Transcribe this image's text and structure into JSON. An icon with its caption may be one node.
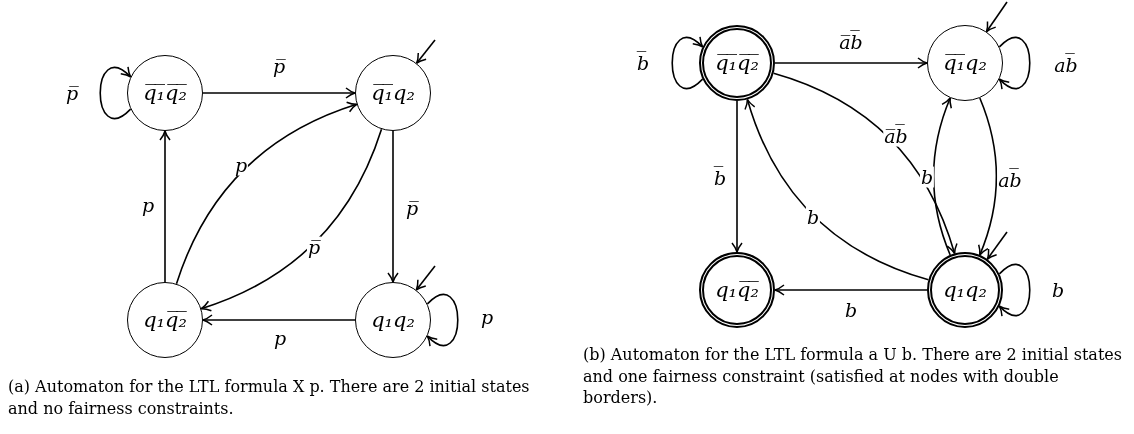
{
  "diagram": {
    "nodes": [
      {
        "text": [
          "q̅₁̅q̅₂̅"
        ]
      },
      {
        "text": [
          "q̅₁̅q₂"
        ]
      },
      {
        "text": [
          "q₁q̅₂̅"
        ]
      },
      {
        "text": [
          "q₁q₂"
        ]
      },
      {
        "text": [
          "q̅₁̅q̅₂̅"
        ]
      },
      {
        "text": [
          "q̅₁̅q₂"
        ]
      },
      {
        "text": [
          "q₁q̅₂̅"
        ]
      },
      {
        "text": [
          "q₁q₂"
        ]
      }
    ],
    "edges": [
      {
        "from": 0,
        "to": 0,
        "arrow": "to",
        "label": "p̅"
      },
      {
        "from": 0,
        "to": 1,
        "arrow": "to",
        "label": "p̅"
      },
      {
        "from": null,
        "to": 1,
        "arrow": "to"
      },
      {
        "from": 1,
        "to": 3,
        "arrow": "to",
        "label": "p̅"
      },
      {
        "from": 2,
        "to": 0,
        "arrow": "to",
        "label": "p"
      },
      {
        "from": 2,
        "to": 1,
        "arrow": "to",
        "label": "p"
      },
      {
        "from": 1,
        "to": 2,
        "arrow": "to",
        "label": "p̅"
      },
      {
        "from": null,
        "to": 3,
        "arrow": "to"
      },
      {
        "from": 3,
        "to": 3,
        "arrow": "to",
        "label": "p"
      },
      {
        "from": 3,
        "to": 2,
        "arrow": "to",
        "label": "p"
      },
      {
        "from": 4,
        "to": 4,
        "arrow": "to",
        "label": "b̅"
      },
      {
        "from": 4,
        "to": 5,
        "arrow": "to",
        "label": "a̅b̅"
      },
      {
        "from": null,
        "to": 5,
        "arrow": "to"
      },
      {
        "from": 5,
        "to": 5,
        "arrow": "to",
        "label": "ab̅"
      },
      {
        "from": 4,
        "to": 6,
        "arrow": "to",
        "label": "b̅"
      },
      {
        "from": 4,
        "to": 7,
        "arrow": "to",
        "label": "a̅b̅"
      },
      {
        "from": 7,
        "to": 4,
        "arrow": "to",
        "label": "b"
      },
      {
        "from": 7,
        "to": 5,
        "arrow": "to",
        "label": "b"
      },
      {
        "from": 5,
        "to": 7,
        "arrow": "to",
        "label": "ab̅"
      },
      {
        "from": null,
        "to": 7,
        "arrow": "to"
      },
      {
        "from": 7,
        "to": 7,
        "arrow": "to",
        "label": "b"
      },
      {
        "from": 7,
        "to": 6,
        "arrow": "to",
        "label": "b"
      }
    ],
    "labels": [
      "(a) Automaton for the LTL formula X p. There are 2 initial states and no fairness constraints.",
      "(b) Automaton for the LTL formula a U b. There are 2 initial states and one fairness constraint (satisfied at nodes with double borders)."
    ]
  }
}
